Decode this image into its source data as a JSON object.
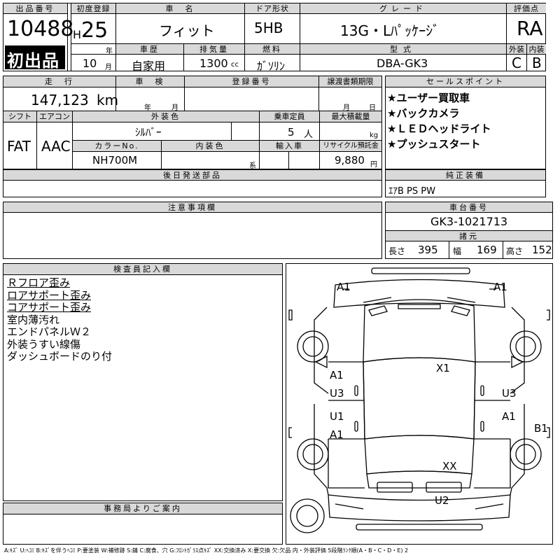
{
  "header": {
    "lot_number_label": "出品番号",
    "lot_number": "10488",
    "first_reg_label": "初度登録",
    "era": "H",
    "year": "25",
    "year_unit": "年",
    "month": "10",
    "month_unit": "月",
    "car_name_label": "車　名",
    "car_name": "フィット",
    "door_label": "ドア形状",
    "door": "5HB",
    "grade_label": "グレード",
    "grade": "13G・Lﾊﾟｯｹｰｼﾞ",
    "score_label": "評価点",
    "score": "RA",
    "first_listing": "初出品",
    "history_label": "車歴",
    "history": "自家用",
    "displacement_label": "排気量",
    "displacement": "1300",
    "displacement_unit": "cc",
    "fuel_label": "燃料",
    "fuel": "ｶﾞｿﾘﾝ",
    "model_code_label": "型式",
    "model_code": "DBA-GK3",
    "exterior_label": "外装",
    "exterior_score": "C",
    "interior_label": "内装",
    "interior_score": "B"
  },
  "row2": {
    "mileage_label": "走　行",
    "mileage": "147,123",
    "mileage_unit": "km",
    "inspection_label": "車　検",
    "inspection_year_unit": "年",
    "inspection_month_unit": "月",
    "reg_number_label": "登録番号",
    "transfer_label": "譲渡書類期限",
    "transfer_month_unit": "月",
    "transfer_day_unit": "日",
    "sales_points_label": "セールスポイント",
    "sales_points": [
      "★ユーザー買取車",
      "★バックカメラ",
      "★ＬＥＤヘッドライト",
      "★プッシュスタート"
    ]
  },
  "row3": {
    "shift_label": "シフト",
    "shift": "FAT",
    "aircon_label": "エアコン",
    "aircon": "AAC",
    "exterior_color_label": "外装色",
    "exterior_color": "ｼﾙﾊﾞｰ",
    "capacity_label": "乗車定員",
    "capacity": "5",
    "capacity_unit": "人",
    "max_load_label": "最大積載量",
    "max_load_unit": "kg",
    "color_no_label": "カラーNo.",
    "color_no": "NH700M",
    "interior_color_label": "内装色",
    "interior_color_suffix": "系",
    "import_label": "輸入車",
    "recycle_label": "リサイクル預託金",
    "recycle_fee": "9,880",
    "recycle_unit": "円"
  },
  "later_parts_label": "後日発送部品",
  "genuine_equipment_label": "純正装備",
  "genuine_equipment": "ｴｱB PS PW",
  "notes_label": "注意事項欄",
  "chassis": {
    "label": "車台番号",
    "number": "GK3-1021713",
    "specs_label": "諸元",
    "length_label": "長さ",
    "length": "395",
    "width_label": "幅",
    "width": "169",
    "height_label": "高さ",
    "height": "152"
  },
  "inspector": {
    "label": "検査員記入欄",
    "lines": [
      "Ｒフロア歪み",
      "ロアサポート歪み",
      "コアサポート歪み",
      "室内薄汚れ",
      "エンドパネルＷ２",
      "外装うすい線傷",
      "ダッシュボードのり付"
    ],
    "underlined_count": 3
  },
  "office_label": "事務局よりご案内",
  "diagram_marks": {
    "front_left": "A1",
    "front_right": "A1",
    "roof": "X1",
    "left_front_a": "A1",
    "left_front_u": "U3",
    "right_front_u": "U3",
    "left_rear_u": "U1",
    "left_rear_a": "A1",
    "right_rear_a": "A1",
    "right_rear_b": "B1",
    "trunk": "XX",
    "rear": "U2"
  },
  "legend": "A:ｷｽﾞ U:ﾍｺﾐ B:ｷｽﾞを伴うﾍｺﾐ P:要塗装 W:補修跡 S:錆 C:腐食、穴 G:ﾌﾛﾝﾄｶﾞﾗｽ点ｷｽﾞ XX:交換済み X:要交換 欠:欠品 内・外装評価 5段階ﾗﾝｸ順(A・B・C・D・E) 2"
}
